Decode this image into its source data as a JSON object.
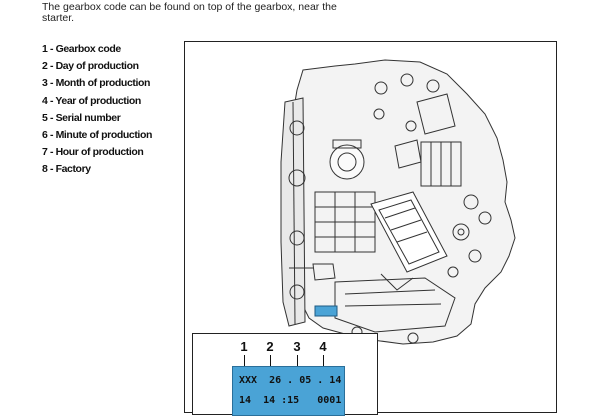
{
  "intro_text": "The gearbox code can be found on top of the gearbox, near the starter.",
  "legend": [
    "1 - Gearbox code",
    "2 - Day of production",
    "3 - Month of production",
    "4 - Year of production",
    "5 - Serial number",
    "6 - Minute of production",
    "7 - Hour of production",
    "8 - Factory"
  ],
  "callout": {
    "numbers": [
      "1",
      "2",
      "3",
      "4"
    ],
    "plate_line_1": "XXX  26 . 05 . 14",
    "plate_line_2": "14  14 :15   0001"
  },
  "colors": {
    "plate_fill": "#4aa3d6",
    "code_location_marker": "#4aa3d6"
  }
}
